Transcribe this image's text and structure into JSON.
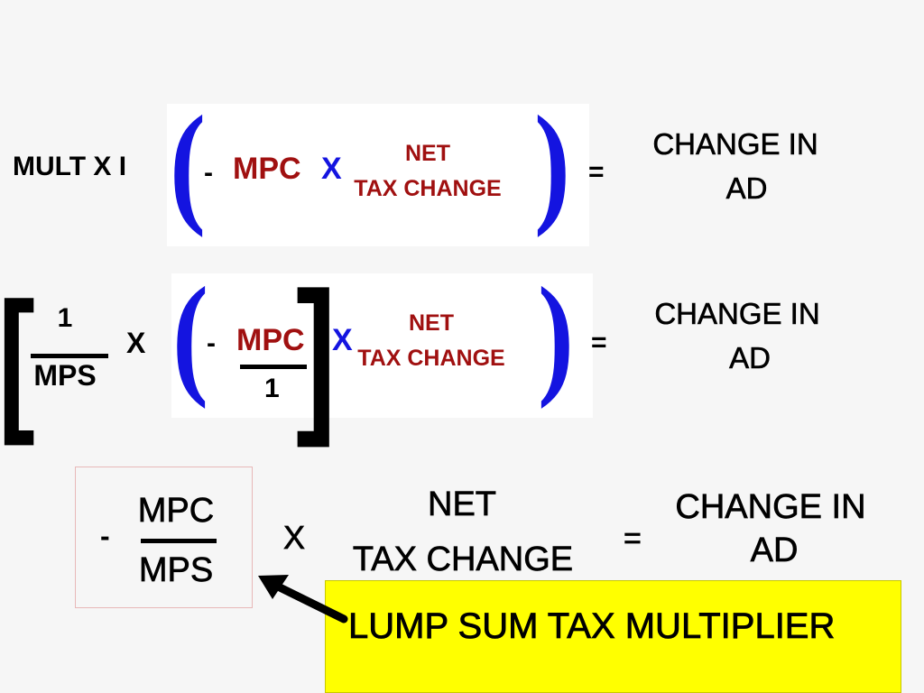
{
  "row1": {
    "prefix": "MULT X  I",
    "open_paren": "(",
    "minus": "-",
    "mpc": "MPC",
    "times": "X",
    "net_line1": "NET",
    "net_line2": "TAX CHANGE",
    "close_paren": ")",
    "equals": "=",
    "result_line1": "CHANGE IN",
    "result_line2": "AD"
  },
  "row2": {
    "open_bracket": "[",
    "frac_num": "1",
    "frac_den": "MPS",
    "times1": "X",
    "open_paren": "(",
    "minus": "-",
    "mpc": "MPC",
    "one": "1",
    "close_bracket": "]",
    "times2": "X",
    "net_line1": "NET",
    "net_line2": "TAX CHANGE",
    "close_paren": ")",
    "equals": "=",
    "result_line1": "CHANGE IN",
    "result_line2": "AD"
  },
  "row3": {
    "minus": "-",
    "frac_num": "MPC",
    "frac_den": "MPS",
    "times": "X",
    "net_line1": "NET",
    "net_line2": "TAX CHANGE",
    "equals": "=",
    "result_line1": "CHANGE IN",
    "result_line2": "AD"
  },
  "callout": {
    "label": "LUMP SUM TAX MULTIPLIER",
    "background": "#ffff00"
  },
  "colors": {
    "red": "#a01010",
    "blue": "#1414e0",
    "background": "#f6f6f6"
  }
}
